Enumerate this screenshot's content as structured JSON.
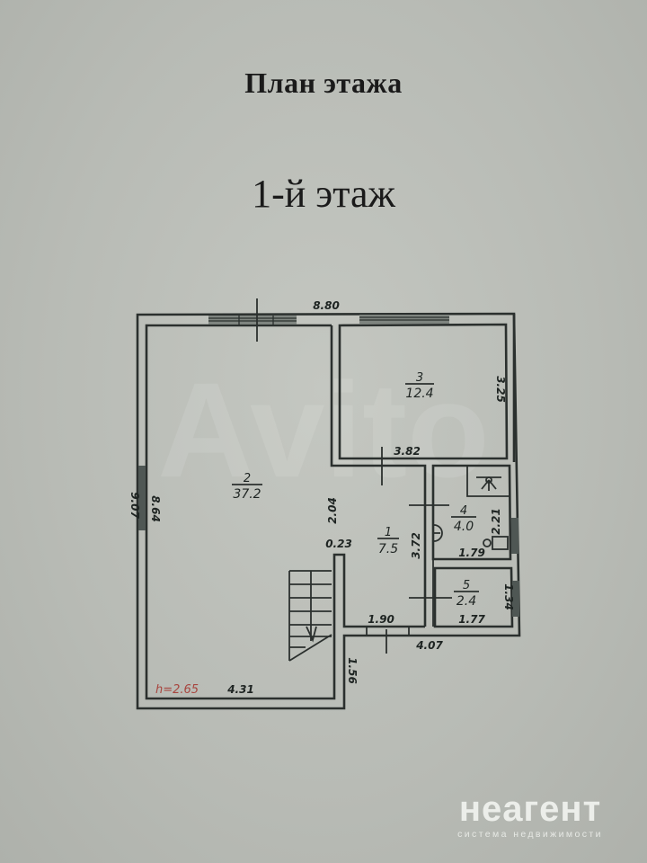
{
  "header": {
    "title": "План этажа",
    "floor_label": "1-й этаж"
  },
  "plan": {
    "rooms": [
      {
        "number": "1",
        "area": "7.5"
      },
      {
        "number": "2",
        "area": "37.2"
      },
      {
        "number": "3",
        "area": "12.4"
      },
      {
        "number": "4",
        "area": "4.0"
      },
      {
        "number": "5",
        "area": "2.4"
      }
    ],
    "dimensions": {
      "top_total": "8.80",
      "left_outer": "9.07",
      "left_inner": "8.64",
      "room3_height": "3.25",
      "room3_width": "3.82",
      "partition_height": "2.04",
      "partition_thickness": "0.23",
      "corridor_height": "3.72",
      "room4_height": "2.21",
      "room4_width": "1.79",
      "room5_height": "1.34",
      "room5_width": "1.77",
      "corridor_width": "1.90",
      "bottom_right": "4.07",
      "step_height": "1.56",
      "bottom_left": "4.31"
    },
    "ceiling_height": "h=2.65",
    "colors": {
      "wall": "#2b302e",
      "window": "#7e847f",
      "height_label": "#a8463f"
    }
  },
  "watermarks": {
    "avito": "Avito",
    "brand_name": "неагент",
    "brand_tagline": "система недвижимости"
  }
}
